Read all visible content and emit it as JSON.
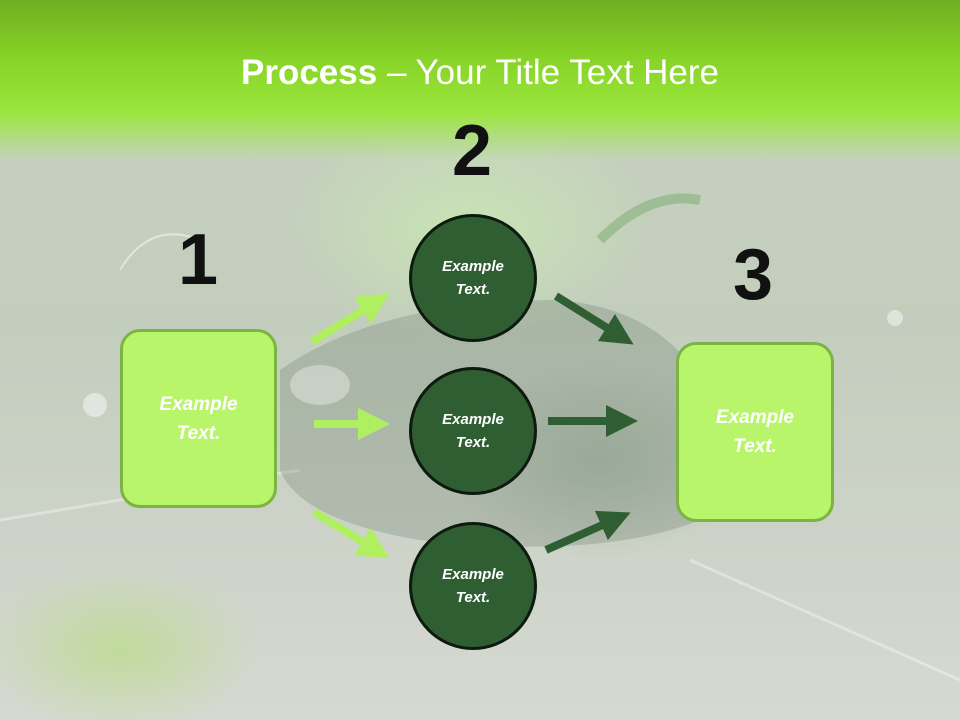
{
  "slide": {
    "title_strong": "Process",
    "title_rest": " – Your Title Text Here"
  },
  "steps": {
    "one": "1",
    "two": "2",
    "three": "3"
  },
  "left_box": {
    "text": "Example\nText."
  },
  "right_box": {
    "text": "Example\nText."
  },
  "circles": [
    {
      "text": "Example\nText."
    },
    {
      "text": "Example\nText."
    },
    {
      "text": "Example\nText."
    }
  ],
  "colors": {
    "header_green": "#86d226",
    "light_green_box": "#b8f56b",
    "box_border": "#7cb444",
    "circle_fill": "#2f5e32",
    "light_arrow": "#b0f060",
    "dark_arrow": "#2f5e32"
  }
}
